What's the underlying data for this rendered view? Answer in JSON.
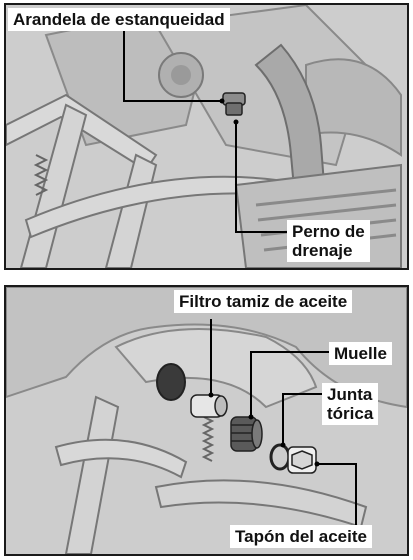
{
  "top_figure": {
    "callout_washer": "Arandela de estanqueidad",
    "callout_bolt_line1": "Perno de",
    "callout_bolt_line2": "drenaje"
  },
  "bottom_figure": {
    "callout_filter": "Filtro tamiz de aceite",
    "callout_spring": "Muelle",
    "callout_oring_line1": "Junta",
    "callout_oring_line2": "tórica",
    "callout_cap": "Tapón del aceite"
  },
  "colors": {
    "panel_border": "#1a1a1a",
    "illustration_bg": "#cfcfcf",
    "leader_line": "#000000",
    "label_bg": "#ffffff"
  }
}
